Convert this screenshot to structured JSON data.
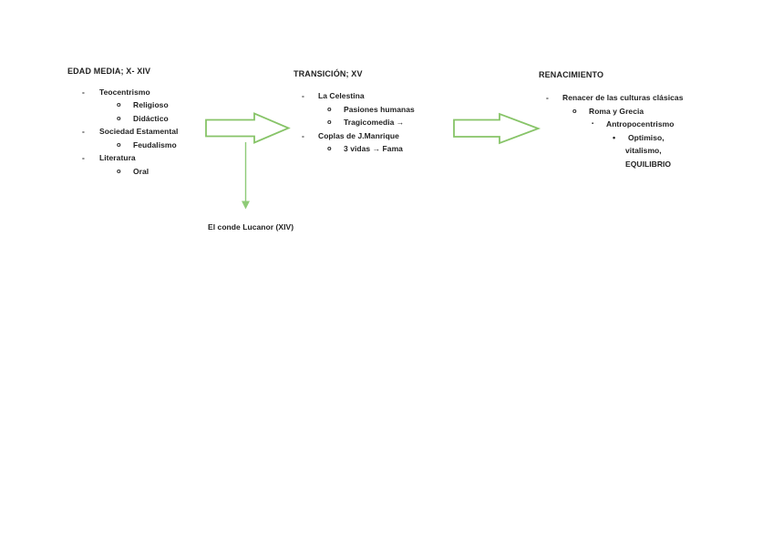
{
  "page": {
    "background": "#ffffff",
    "text_color": "#1f1f1f",
    "arrow_green": "#87c468",
    "down_arrow_green": "#8ecb77"
  },
  "bullets": {
    "dash": "-",
    "circle": "o",
    "square": "▪",
    "dot": "•"
  },
  "columns": [
    {
      "heading": "EDAD MEDIA; X- XIV",
      "items": [
        {
          "level": 1,
          "text": "Teocentrismo"
        },
        {
          "level": 2,
          "text": "Religioso"
        },
        {
          "level": 2,
          "text": "Didáctico"
        },
        {
          "level": 1,
          "text": "Sociedad Estamental"
        },
        {
          "level": 2,
          "text": "Feudalismo"
        },
        {
          "level": 1,
          "text": "Literatura"
        },
        {
          "level": 2,
          "text": "Oral"
        }
      ]
    },
    {
      "heading": "TRANSICIÓN; XV",
      "items": [
        {
          "level": 1,
          "text": "La Celestina"
        },
        {
          "level": 2,
          "text": "Pasiones humanas"
        },
        {
          "level": 2,
          "text": "Tragicomedia →"
        },
        {
          "level": 1,
          "text": "Coplas de J.Manrique"
        },
        {
          "level": 2,
          "text": "3 vidas → Fama"
        }
      ]
    },
    {
      "heading": "RENACIMIENTO",
      "items": [
        {
          "level": 1,
          "text": "Renacer de las culturas clásicas"
        },
        {
          "level": 2,
          "text": "Roma y Grecia"
        },
        {
          "level": 3,
          "text": "Antropocentrismo"
        },
        {
          "level": 4,
          "text": "Optimiso,"
        },
        {
          "level": 4,
          "text": "vitalismo,",
          "continuation": true
        },
        {
          "level": 4,
          "text": "EQUILIBRIO",
          "continuation": true
        }
      ]
    }
  ],
  "annotation": {
    "text": "El conde Lucanor (XIV)"
  },
  "arrows": [
    {
      "name": "medieval-to-transition",
      "direction": "right"
    },
    {
      "name": "transition-to-renaissance",
      "direction": "right"
    },
    {
      "name": "down-to-conde-lucanor",
      "direction": "down"
    }
  ]
}
